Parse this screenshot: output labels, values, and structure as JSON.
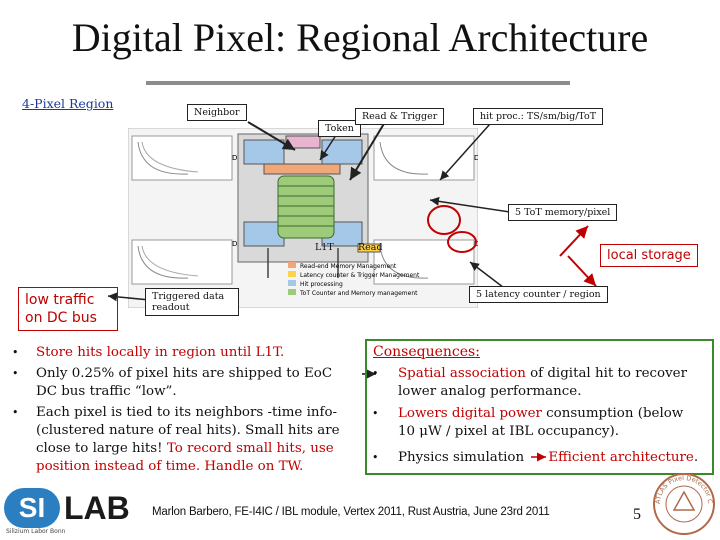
{
  "title": "Digital Pixel: Regional Architecture",
  "region_link": "4-Pixel Region",
  "callouts": {
    "neighbor": "Neighbor",
    "token": "Token",
    "read_trigger": "Read & Trigger",
    "hit_proc": "hit proc.: TS/sm/big/ToT",
    "tot_memory": "5 ToT memory/pixel",
    "l1t": "L1T",
    "read": "Read",
    "latency_counter": "5 latency counter / region",
    "triggered_readout": "Triggered data readout"
  },
  "diagram_labels": {
    "d_letter": "D",
    "legend": [
      "Read-end Memory Management",
      "Latency counter & Trigger Management",
      "Hit processing",
      "ToT Counter and Memory management"
    ]
  },
  "side_labels": {
    "local_storage": "local storage",
    "low_traffic": "low traffic on DC bus"
  },
  "bullets_left": {
    "b1_prefix": "Store hits locally in region until L1T.",
    "b2": "Only 0.25% of pixel hits are shipped to EoC",
    "b2b": "DC bus traffic “low”.",
    "b3": "Each pixel is tied to its neighbors -time info-",
    "b3b": "(clustered nature of real hits). Small hits are",
    "b3c_a": "close to large hits! ",
    "b3c_b": "To record small hits, use",
    "b3d_a": "position instead of time. Handle on TW.",
    "bullet_char": "•"
  },
  "consequences": {
    "heading": "Consequences",
    "items": [
      {
        "red": "Spatial association",
        "rest": " of digital hit to recover",
        "rest2": "lower analog performance."
      },
      {
        "red": "Lowers digital power",
        "rest": " consumption (below",
        "rest2": "10 μW / pixel at IBL occupancy)."
      },
      {
        "prefix": "Physics simulation ",
        "red": "Efficient architecture",
        "suffix": "."
      }
    ]
  },
  "logo": {
    "si": "SI",
    "lab": "LAB",
    "sub": "Silizium Labor Bonn"
  },
  "footer": "Marlon Barbero, FE-I4IC / IBL module, Vertex 2011, Rust Austria, June 23rd 2011",
  "page_number": "5",
  "stamp": "ATLAS Pixel Detector Collaboration",
  "colors": {
    "accent_red": "#c00000",
    "green": "#3a8a2a",
    "link_blue": "#1a3a9a"
  }
}
